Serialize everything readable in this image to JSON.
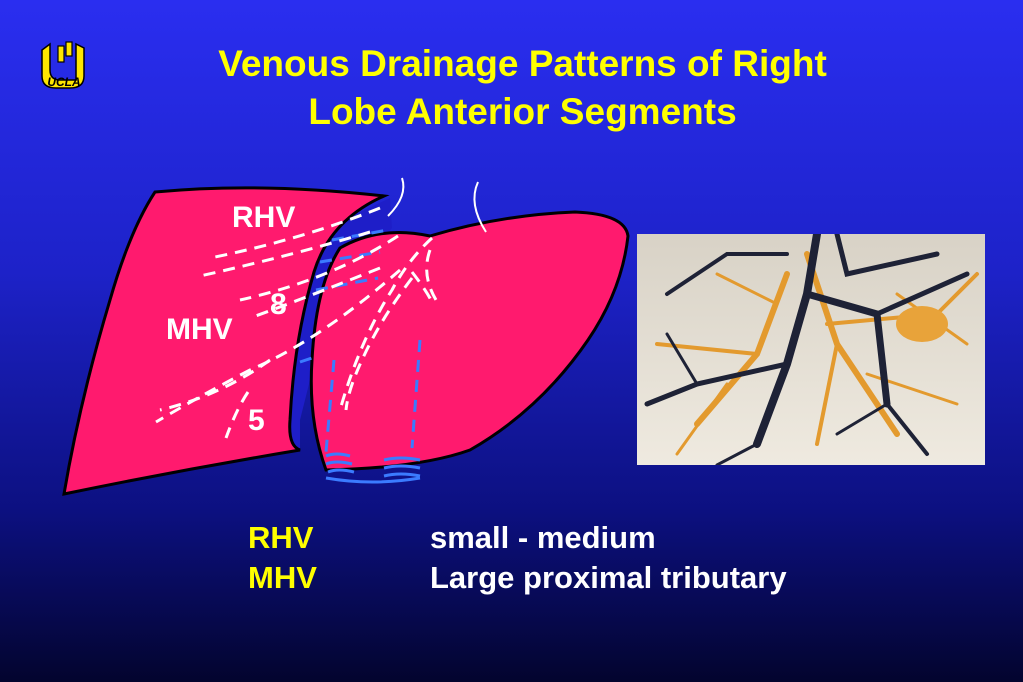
{
  "slide": {
    "title_line1": "Venous Drainage Patterns of Right",
    "title_line2": "Lobe Anterior Segments"
  },
  "logo": {
    "text": "UCLA",
    "icon": "ucla-logo-icon"
  },
  "diagram": {
    "labels": {
      "rhv": "RHV",
      "mhv": "MHV",
      "seg8": "8",
      "seg5": "5"
    },
    "colors": {
      "liver": "#ff1a6e",
      "vein_dashes": "#ffffff",
      "blue_vein": "#3b7bff"
    }
  },
  "legend": {
    "rows": [
      {
        "key": "RHV",
        "value": "small - medium"
      },
      {
        "key": "MHV",
        "value": "Large proximal tributary"
      }
    ]
  },
  "colors": {
    "title": "#ffff00",
    "background_top": "#2a2ef0",
    "background_bottom": "#03042e"
  }
}
